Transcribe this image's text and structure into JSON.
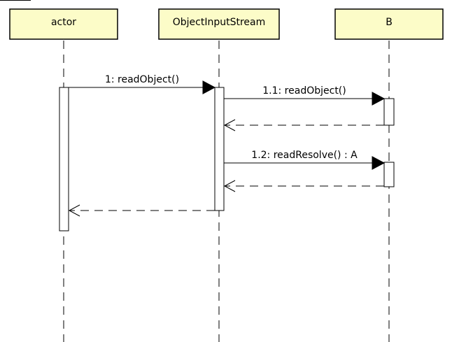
{
  "diagram": {
    "lifelines": [
      {
        "id": "actor",
        "name": "actor"
      },
      {
        "id": "ois",
        "name": "ObjectInputStream"
      },
      {
        "id": "b",
        "name": "B"
      }
    ],
    "messages": [
      {
        "id": "m1",
        "label": "1: readObject()"
      },
      {
        "id": "m11",
        "label": "1.1: readObject()"
      },
      {
        "id": "m12",
        "label": "1.2: readResolve() : A"
      }
    ],
    "colors": {
      "lifeline_fill": "#fcfcc8",
      "stroke": "#000000",
      "background": "#ffffff"
    }
  }
}
